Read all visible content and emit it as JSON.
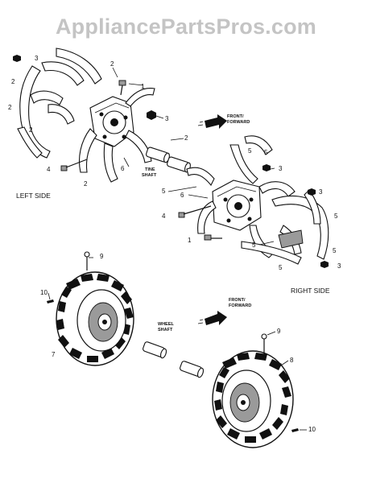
{
  "watermark": "AppliancePartsPros.com",
  "labels": {
    "left_side": "LEFT SIDE",
    "right_side": "RIGHT SIDE",
    "tine_shaft_1": "TINE",
    "tine_shaft_2": "SHAFT",
    "wheel_shaft_1": "WHEEL",
    "wheel_shaft_2": "SHAFT",
    "front_forward_top_1": "FRONT/",
    "front_forward_top_2": "FORWARD",
    "front_forward_bottom_1": "FRONT/",
    "front_forward_bottom_2": "FORWARD"
  },
  "callouts": {
    "c3_top": "3",
    "c2_a": "2",
    "c2_b": "2",
    "c2_c": "2",
    "c2_d": "2",
    "c1_top": "1",
    "c3_mid": "3",
    "c2_e": "2",
    "c6_left": "6",
    "c4_left": "4",
    "c2_f": "2",
    "c5_a": "5",
    "c5_b": "5",
    "c3_c": "3",
    "c3_d": "3",
    "c6_right": "6",
    "c5_c": "5",
    "c4_right": "4",
    "c1_right": "1",
    "c5_d": "5",
    "c5_e": "5",
    "c5_f": "5",
    "c5_g": "5",
    "c3_e": "3",
    "c9_left": "9",
    "c10_left": "10",
    "c7": "7",
    "c9_right": "9",
    "c8": "8",
    "c10_right": "10"
  }
}
